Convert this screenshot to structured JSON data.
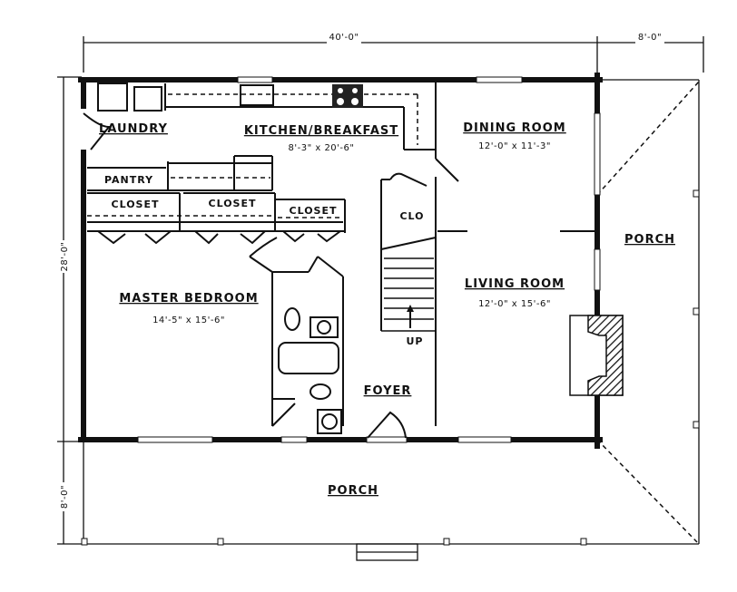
{
  "dimensions": {
    "top_main": "40'-0\"",
    "top_porch": "8'-0\"",
    "left_main": "28'-0\"",
    "left_porch": "8'-0\""
  },
  "rooms": {
    "laundry": {
      "name": "LAUNDRY"
    },
    "kitchen": {
      "name": "KITCHEN/BREAKFAST",
      "size": "8'-3\" x 20'-6\""
    },
    "dining": {
      "name": "DINING ROOM",
      "size": "12'-0\" x 11'-3\""
    },
    "pantry": {
      "name": "PANTRY"
    },
    "closet1": {
      "name": "CLOSET"
    },
    "closet2": {
      "name": "CLOSET"
    },
    "closet3": {
      "name": "CLOSET"
    },
    "clo": {
      "name": "CLO"
    },
    "porch_side": {
      "name": "PORCH"
    },
    "living": {
      "name": "LIVING ROOM",
      "size": "12'-0\" x 15'-6\""
    },
    "master": {
      "name": "MASTER BEDROOM",
      "size": "14'-5\" x 15'-6\""
    },
    "stair": {
      "name": "UP"
    },
    "foyer": {
      "name": "FOYER"
    },
    "porch_front": {
      "name": "PORCH"
    }
  }
}
